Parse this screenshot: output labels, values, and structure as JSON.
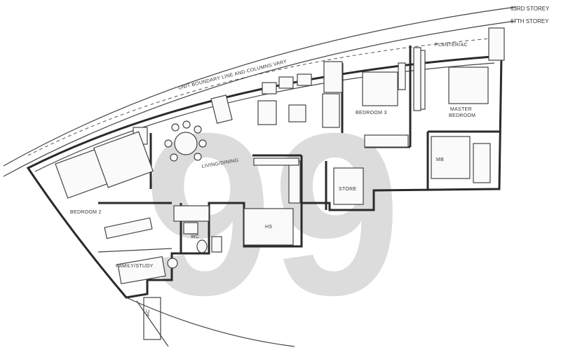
{
  "storey_labels": {
    "upper": "63RD STOREY",
    "lower": "67TH STOREY"
  },
  "boundary_note": "UNIT BOUNDARY LINE AND COLUMNS VARY",
  "rooms": {
    "planter_ac": "PLANTER/AC",
    "bedroom3": "BEDROOM 3",
    "master_bedroom_line1": "MASTER",
    "master_bedroom_line2": "BEDROOM",
    "master_bath": "MB",
    "living_dining": "LIVING/DINING",
    "store": "STORE",
    "bedroom2": "BEDROOM 2",
    "wc": "WC",
    "hs": "HS",
    "family_study": "FAMILY/STUDY",
    "ac": "AC"
  },
  "watermark": {
    "text": "99",
    "color": "#d9d9d9"
  }
}
